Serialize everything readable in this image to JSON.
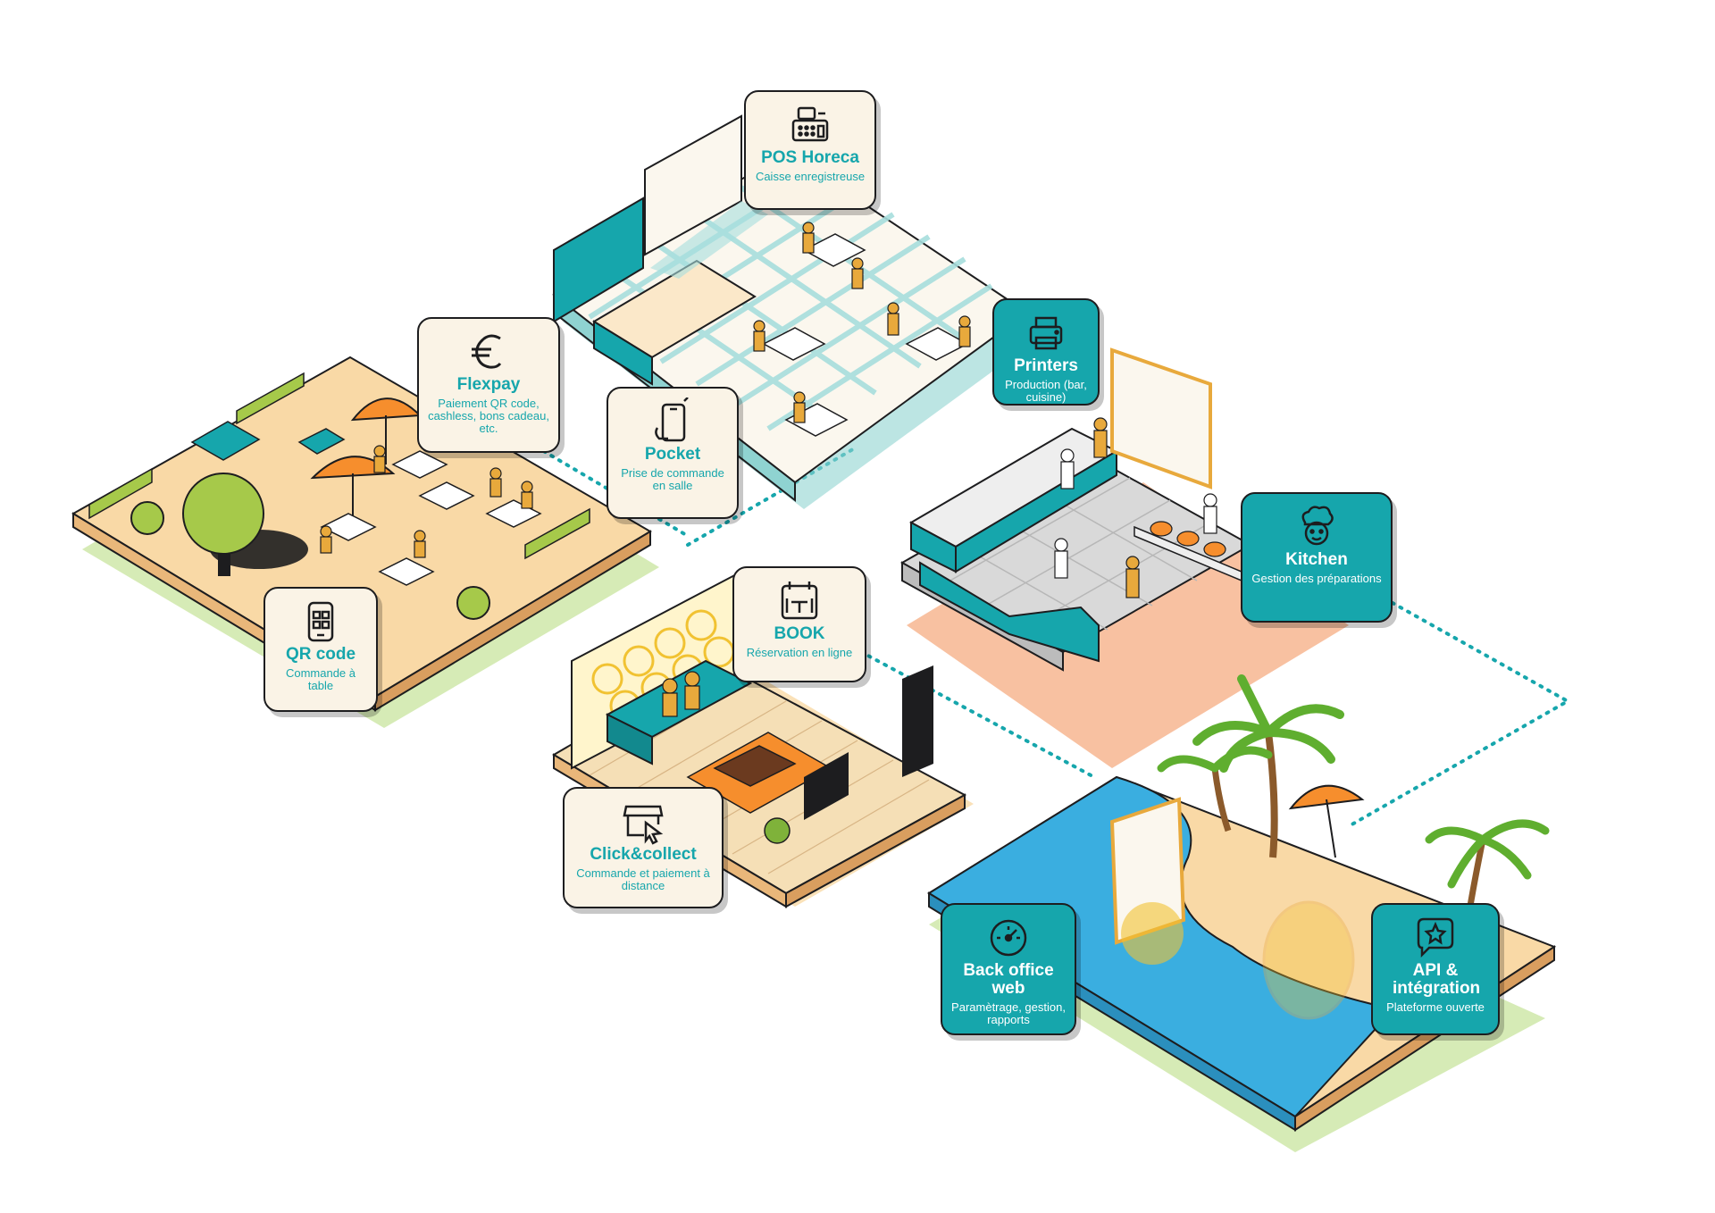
{
  "colors": {
    "teal": "#16a6ac",
    "cream": "#faf3e6",
    "sand": "#f9d9a6",
    "green_base": "#cfe8a9",
    "orange": "#f68e2d",
    "salmon": "#f7b690",
    "water": "#3aaee0",
    "outline": "#1d1d1f"
  },
  "modules": [
    {
      "id": "pos",
      "title": "POS Horeca",
      "subtitle": "Caisse enregistreuse",
      "icon": "cash-register-icon",
      "style": "light"
    },
    {
      "id": "flexpay",
      "title": "Flexpay",
      "subtitle": "Paiement QR code, cashless, bons cadeau, etc.",
      "icon": "euro-icon",
      "style": "light"
    },
    {
      "id": "pocket",
      "title": "Pocket",
      "subtitle": "Prise de commande en salle",
      "icon": "smartphone-icon",
      "style": "light"
    },
    {
      "id": "printers",
      "title": "Printers",
      "subtitle": "Production (bar, cuisine)",
      "icon": "printer-icon",
      "style": "teal"
    },
    {
      "id": "qrcode",
      "title": "QR code",
      "subtitle": "Commande à table",
      "icon": "qr-phone-icon",
      "style": "light"
    },
    {
      "id": "book",
      "title": "BOOK",
      "subtitle": "Réservation en ligne",
      "icon": "calendar-table-icon",
      "style": "light"
    },
    {
      "id": "kitchen",
      "title": "Kitchen",
      "subtitle": "Gestion des préparations",
      "icon": "chef-icon",
      "style": "teal"
    },
    {
      "id": "clickcollect",
      "title": "Click&collect",
      "subtitle": "Commande et paiement à distance",
      "icon": "shop-cursor-icon",
      "style": "light"
    },
    {
      "id": "backoffice",
      "title": "Back office web",
      "subtitle": "Paramètrage, gestion, rapports",
      "icon": "dashboard-gauge-icon",
      "style": "teal"
    },
    {
      "id": "api",
      "title": "API & intégration",
      "subtitle": "Plateforme ouverte",
      "icon": "api-chat-star-icon",
      "style": "teal"
    }
  ]
}
